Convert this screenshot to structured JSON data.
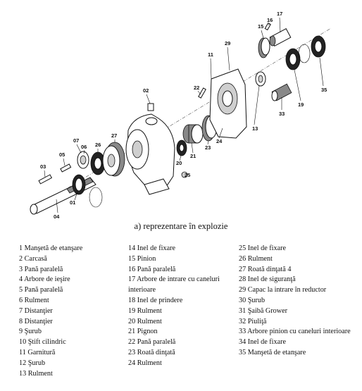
{
  "figure": {
    "part_numbers": [
      "01",
      "02",
      "03",
      "04",
      "05",
      "06",
      "07",
      "11",
      "13",
      "15",
      "16",
      "17",
      "19",
      "20",
      "21",
      "22",
      "23",
      "24",
      "25",
      "26",
      "27",
      "29",
      "33",
      "35"
    ]
  },
  "caption": "a) reprezentare în explozie",
  "legend": {
    "col1": [
      "1 Manşetă de etanşare",
      "2 Carcasă",
      "3 Pană paralelă",
      "4 Arbore de ieşire",
      "5 Pană paralelă",
      "6 Rulment",
      "7 Distanţier",
      "8 Distanţier",
      "9 Şurub",
      "10 Ştift cilindric",
      "11 Garnitură",
      "12 Şurub",
      "13 Rulment"
    ],
    "col2": [
      "14 Inel de fixare",
      "15 Pinion",
      "16 Pană paralelă",
      "17 Arbore de intrare cu caneluri interioare",
      "18 Inel de prindere",
      "19 Rulment",
      "20 Rulment",
      "21 Pignon",
      "22 Pană paralelă",
      "23 Roată dinţată",
      "24 Rulment"
    ],
    "col3": [
      "25 Inel de fixare",
      "26 Rulment",
      "27 Roată dinţată 4",
      "28 Inel de siguranţă",
      "29 Capac la intrare în reductor",
      "30 Şurub",
      "31 Şaibă Grower",
      "32 Piuliţă",
      "33 Arbore pinion cu caneluri interioare",
      "34 Inel de fixare",
      "35 Manşetă de etanşare"
    ]
  }
}
